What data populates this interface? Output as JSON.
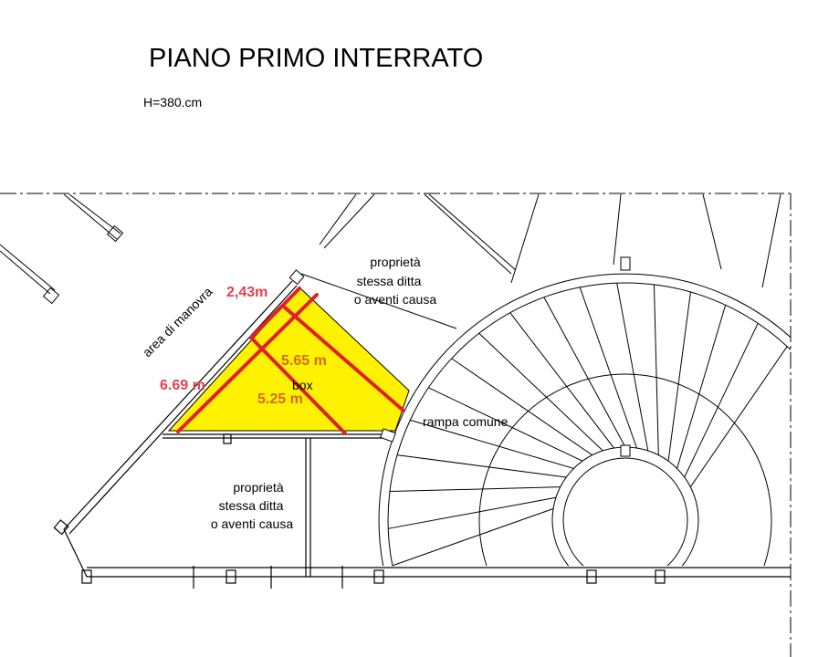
{
  "title": "PIANO PRIMO INTERRATO",
  "height_label": "H=380.cm",
  "labels": {
    "area_manovra": "area di manovra",
    "box": "box",
    "rampa": "rampa comune",
    "prop_top": [
      "proprietà",
      "stessa ditta",
      "o aventi causa"
    ],
    "prop_bottom": [
      "proprietà",
      "stessa ditta",
      "o aventi causa"
    ]
  },
  "measurements": {
    "m1": "2,43m",
    "m2": "5.65 m",
    "m3": "6.69 m",
    "m4": "5.25 m"
  },
  "colors": {
    "highlight": "#fff200",
    "red_line": "#e0202a",
    "red_text": "#e5404d",
    "orange_text": "#d2691e"
  }
}
